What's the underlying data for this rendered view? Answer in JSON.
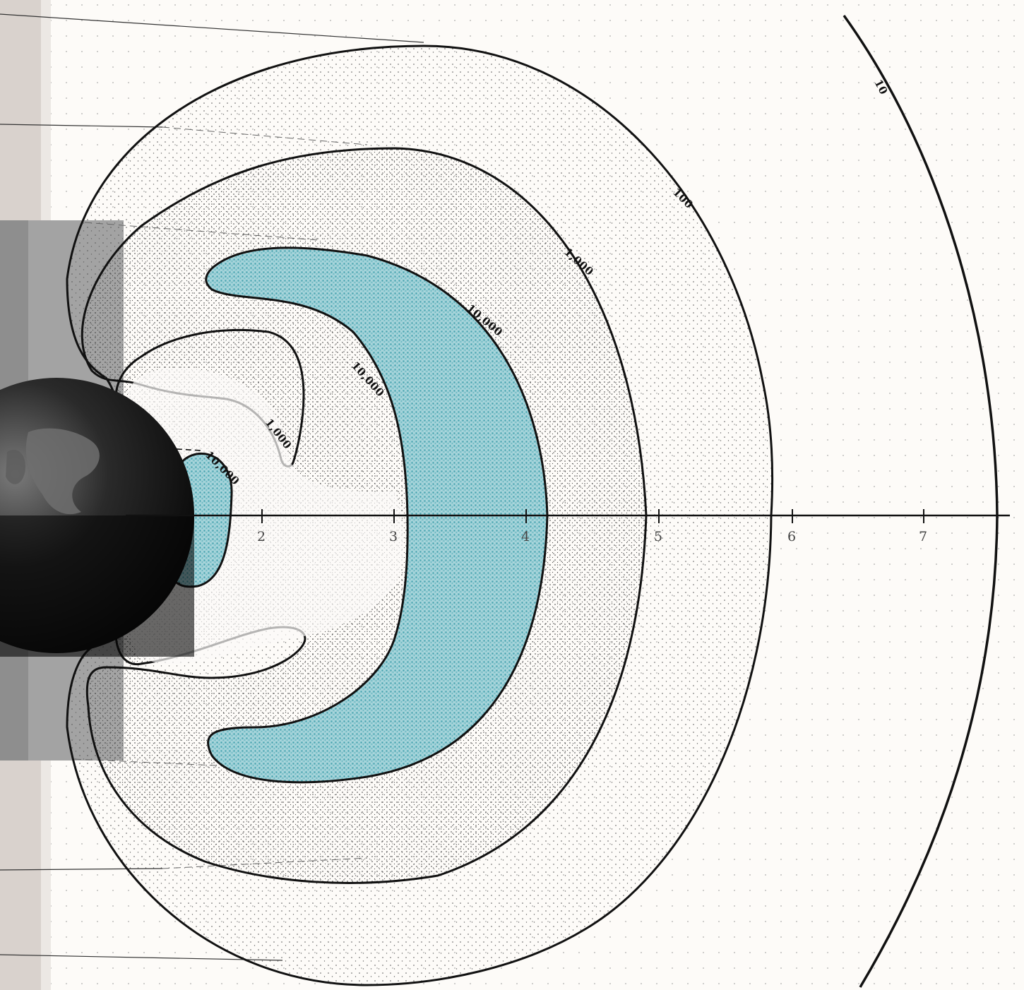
{
  "axis": {
    "ticks": [
      "2",
      "3",
      "4",
      "5",
      "6",
      "7"
    ]
  },
  "contours": {
    "outer_10": "10",
    "outer_100": "100",
    "outer_1000": "1,000",
    "outer_belt_10000": "10,000",
    "outer_belt_inner_10000": "10,000",
    "inner_1000": "1,000",
    "inner_belt_10000": "10,000"
  },
  "colors": {
    "page": "#fdfbf8",
    "left_strip": "#d9d2cd",
    "earth": "#0e0e0e",
    "belt_fill": "#8ec6cf",
    "contour_line": "#111111"
  }
}
